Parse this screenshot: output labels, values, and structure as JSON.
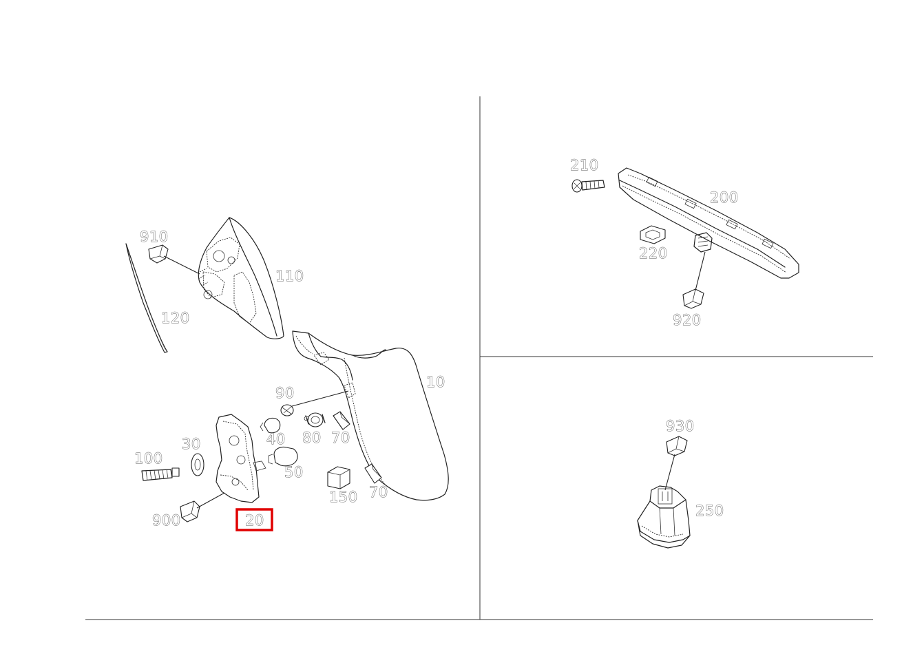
{
  "diagram": {
    "highlight_color": "#e00000",
    "highlighted_part": "20",
    "panels": {
      "left": {
        "labels": {
          "p910": "910",
          "p110": "110",
          "p120": "120",
          "p10": "10",
          "p90": "90",
          "p40": "40",
          "p80": "80",
          "p70a": "70",
          "p30": "30",
          "p100": "100",
          "p50": "50",
          "p150": "150",
          "p70b": "70",
          "p900": "900",
          "p20": "20"
        }
      },
      "top_right": {
        "labels": {
          "p210": "210",
          "p200": "200",
          "p220": "220",
          "p920": "920"
        }
      },
      "bottom_right": {
        "labels": {
          "p930": "930",
          "p250": "250"
        }
      }
    }
  }
}
